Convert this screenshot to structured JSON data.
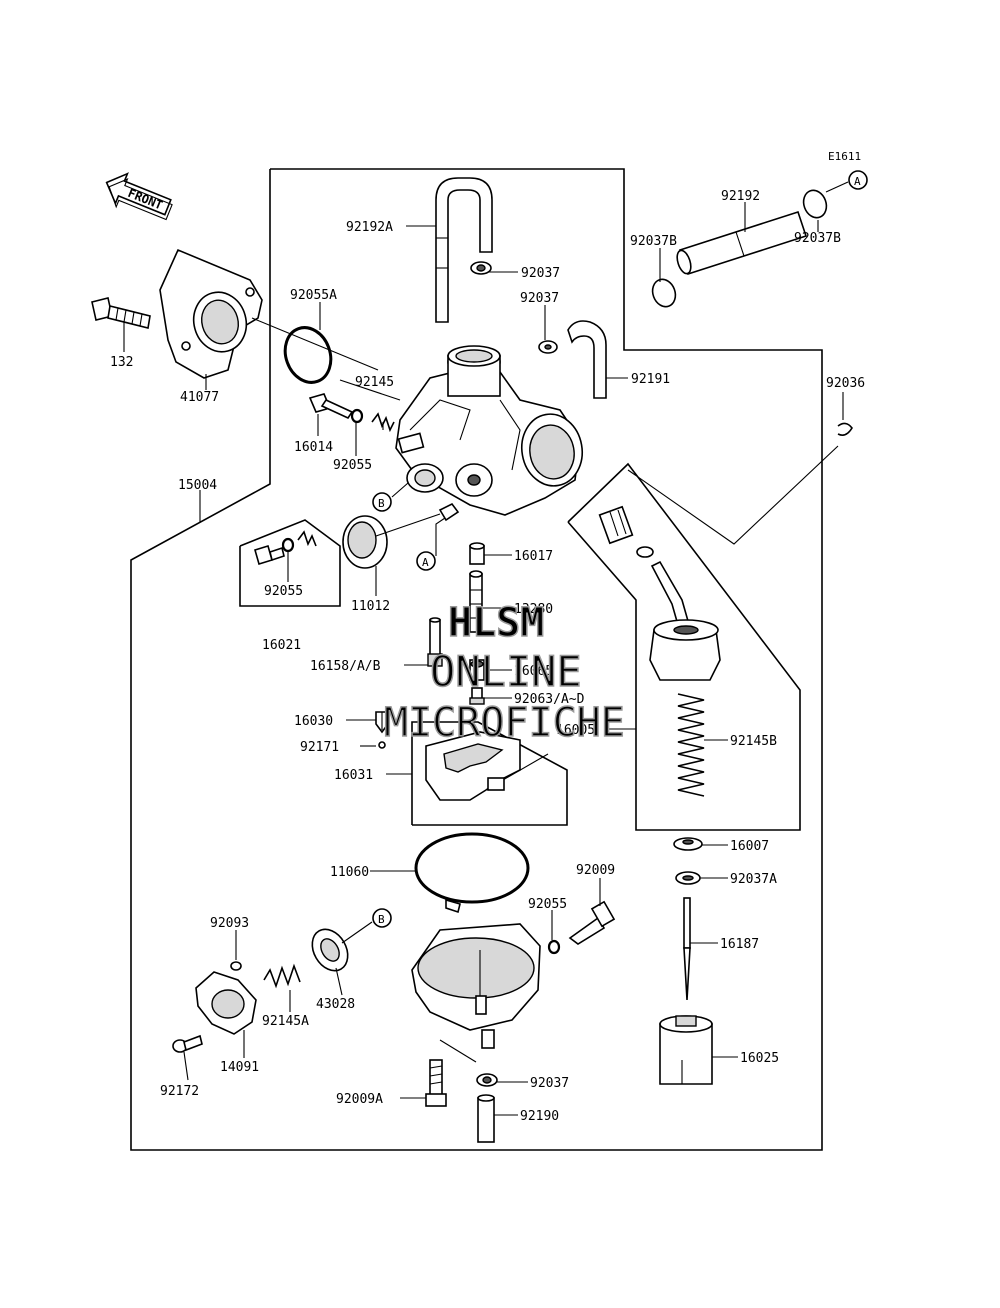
{
  "diagram_code": "E1611",
  "front_label": "FRONT",
  "watermark": {
    "line1": "HLSM",
    "line2": "ONLINE",
    "line3": "MICROFICHE"
  },
  "refs": {
    "A": "A",
    "B": "B"
  },
  "labels": {
    "p92192A": "92192A",
    "p92037_top": "92037",
    "p92037_mid": "92037",
    "p92191": "92191",
    "p92192": "92192",
    "p92037B_left": "92037B",
    "p92037B_right": "92037B",
    "p92036": "92036",
    "p92055A": "92055A",
    "p132": "132",
    "p41077": "41077",
    "p92145": "92145",
    "p16014": "16014",
    "p92055_top": "92055",
    "p15004": "15004",
    "p92055_box": "92055",
    "p16021": "16021",
    "p11012": "11012",
    "p16017": "16017",
    "p13280": "13280",
    "p16158": "16158/A/B",
    "p16065": "16065",
    "p92063": "92063/A~D",
    "p16030": "16030",
    "p16005": "16005",
    "p92145B": "92145B",
    "p92171": "92171",
    "p16031": "16031",
    "p11060": "11060",
    "p92009": "92009",
    "p92055_low": "92055",
    "p92093": "92093",
    "p43028": "43028",
    "p92145A": "92145A",
    "p14091": "14091",
    "p92172": "92172",
    "p92009A": "92009A",
    "p92037_low": "92037",
    "p92190": "92190",
    "p16007": "16007",
    "p92037A": "92037A",
    "p16187": "16187",
    "p16025": "16025"
  }
}
